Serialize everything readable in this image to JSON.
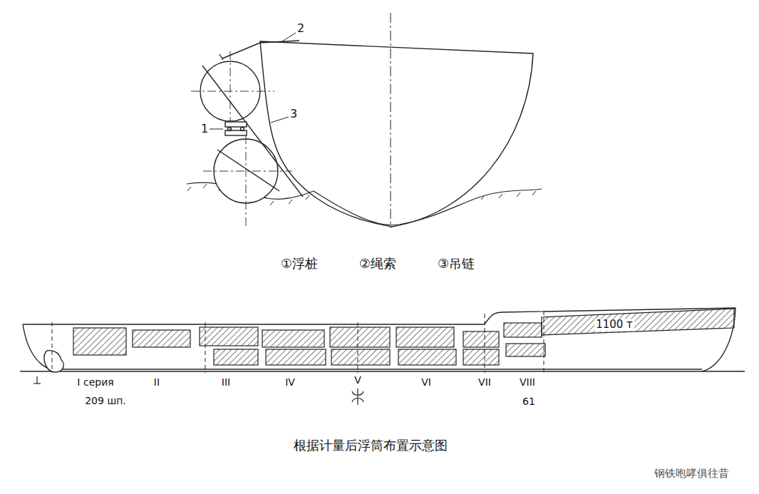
{
  "diagram": {
    "caption": "根据计量后浮筒布置示意图",
    "labels": [
      "2",
      "1",
      "3",
      "①浮桩",
      "②绳索",
      "③吊链",
      "I серия",
      "II",
      "III",
      "IV",
      "V",
      "VI",
      "VII",
      "VIII",
      "209 шп.",
      "61",
      "1100 т",
      "钢铁咆哮俱往昔"
    ]
  }
}
